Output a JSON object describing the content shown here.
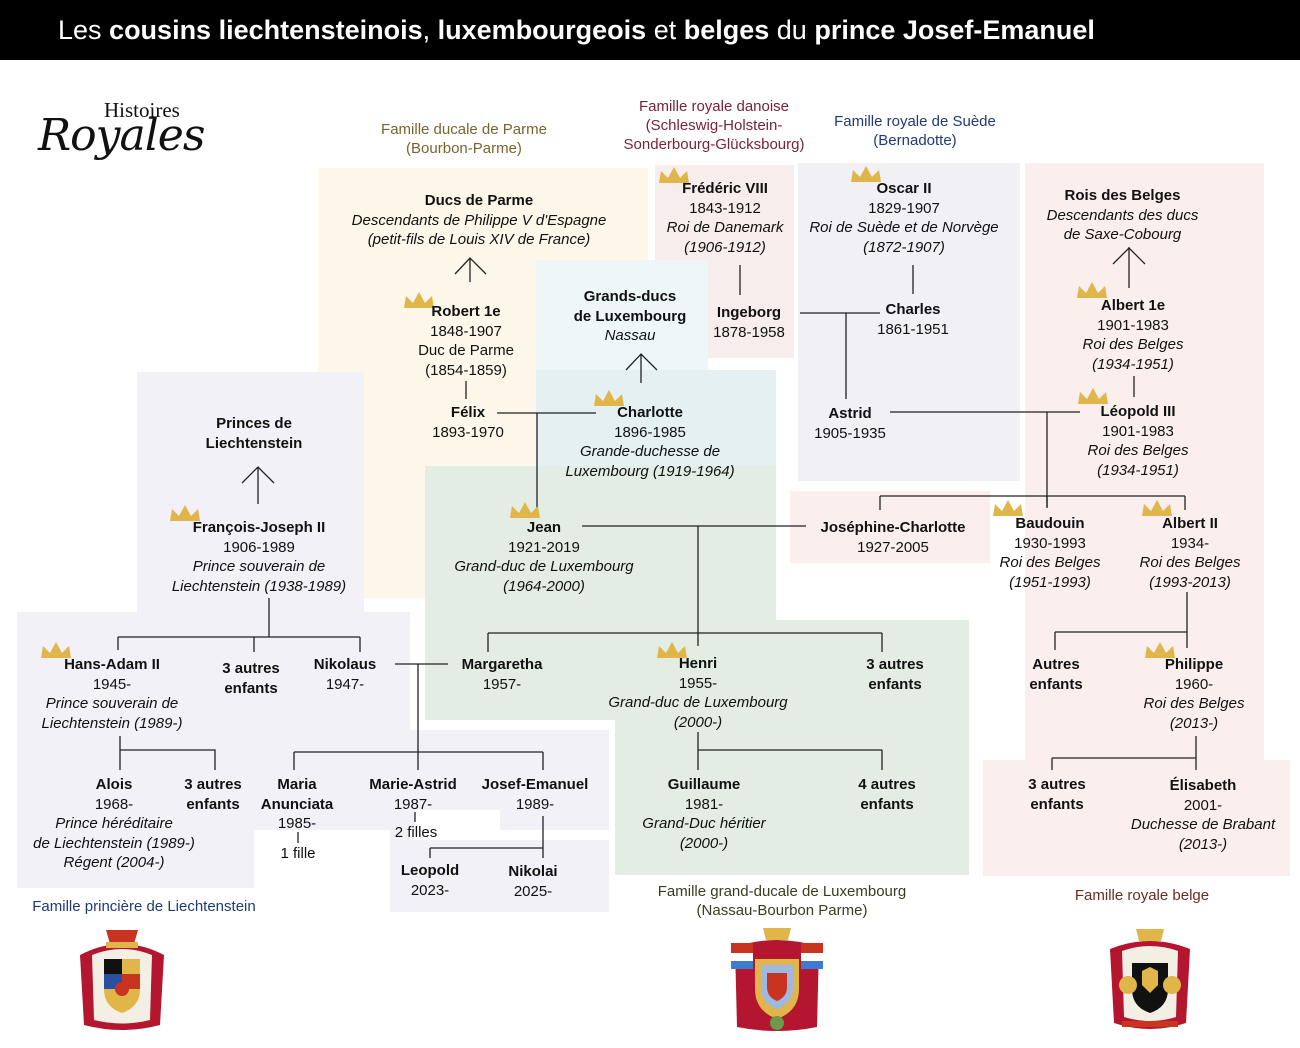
{
  "title": {
    "pre": "Les ",
    "b1": "cousins liechtensteinois",
    "sep": ", ",
    "b2": "luxembourgeois",
    "mid": " et ",
    "b3": "belges",
    "mid2": " du ",
    "b4": "prince Josef-Emanuel"
  },
  "logo": {
    "small": "Histoires",
    "big": "Royales"
  },
  "families": {
    "parme": {
      "l1": "Famille ducale de Parme",
      "l2": "(Bourbon-Parme)"
    },
    "danoise": {
      "l1": "Famille royale danoise",
      "l2": "(Schleswig-Holstein-",
      "l3": "Sonderbourg-Glücksbourg)"
    },
    "suede": {
      "l1": "Famille royale de Suède",
      "l2": "(Bernadotte)"
    },
    "liechtenstein": {
      "l1": "Famille princière de Liechtenstein"
    },
    "luxembourg": {
      "l1": "Famille grand-ducale de Luxembourg",
      "l2": "(Nassau-Bourbon Parme)"
    },
    "belge": {
      "l1": "Famille royale belge"
    }
  },
  "nodes": {
    "ducs_parme": {
      "name": "Ducs de Parme",
      "t1": "Descendants de Philippe V d'Espagne",
      "t2": "(petit-fils de Louis XIV de France)"
    },
    "robert": {
      "name": "Robert 1e",
      "d": "1848-1907",
      "d2": "Duc de Parme",
      "d3": "(1854-1859)"
    },
    "felix": {
      "name": "Félix",
      "d": "1893-1970"
    },
    "grands_ducs": {
      "name1": "Grands-ducs",
      "name2": "de Luxembourg",
      "t": "Nassau"
    },
    "charlotte": {
      "name": "Charlotte",
      "d": "1896-1985",
      "t1": "Grande-duchesse de",
      "t2": "Luxembourg (1919-1964)"
    },
    "frederic": {
      "name": "Frédéric VIII",
      "d": "1843-1912",
      "t1": "Roi de Danemark",
      "t2": "(1906-1912)"
    },
    "ingeborg": {
      "name": "Ingeborg",
      "d": "1878-1958"
    },
    "oscar": {
      "name": "Oscar II",
      "d": "1829-1907",
      "t1": "Roi de Suède et de Norvège",
      "t2": "(1872-1907)"
    },
    "charles": {
      "name": "Charles",
      "d": "1861-1951"
    },
    "astrid": {
      "name": "Astrid",
      "d": "1905-1935"
    },
    "rois_belges": {
      "name": "Rois des Belges",
      "t1": "Descendants des ducs",
      "t2": "de Saxe-Cobourg"
    },
    "albert1": {
      "name": "Albert 1e",
      "d": "1901-1983",
      "t1": "Roi des Belges",
      "t2": "(1934-1951)"
    },
    "leopold3": {
      "name": "Léopold III",
      "d": "1901-1983",
      "t1": "Roi des Belges",
      "t2": "(1934-1951)"
    },
    "princes_liech": {
      "name1": "Princes de",
      "name2": "Liechtenstein"
    },
    "fj2": {
      "name": "François-Joseph II",
      "d": "1906-1989",
      "t1": "Prince souverain de",
      "t2": "Liechtenstein (1938-1989)"
    },
    "jean": {
      "name": "Jean",
      "d": "1921-2019",
      "t1": "Grand-duc de Luxembourg",
      "t2": "(1964-2000)"
    },
    "josephine": {
      "name": "Joséphine-Charlotte",
      "d": "1927-2005"
    },
    "baudouin": {
      "name": "Baudouin",
      "d": "1930-1993",
      "t1": "Roi des Belges",
      "t2": "(1951-1993)"
    },
    "albert2": {
      "name": "Albert II",
      "d": "1934-",
      "t1": "Roi des Belges",
      "t2": "(1993-2013)"
    },
    "hansadam": {
      "name": "Hans-Adam II",
      "d": "1945-",
      "t1": "Prince souverain de",
      "t2": "Liechtenstein (1989-)"
    },
    "autres3_l": {
      "name1": "3 autres",
      "name2": "enfants"
    },
    "nikolaus": {
      "name": "Nikolaus",
      "d": "1947-"
    },
    "margaretha": {
      "name": "Margaretha",
      "d": "1957-"
    },
    "henri": {
      "name": "Henri",
      "d": "1955-",
      "t1": "Grand-duc de Luxembourg",
      "t2": "(2000-)"
    },
    "autres3_lux": {
      "name1": "3 autres",
      "name2": "enfants"
    },
    "autres_enf_b": {
      "name1": "Autres",
      "name2": "enfants"
    },
    "philippe": {
      "name": "Philippe",
      "d": "1960-",
      "t1": "Roi des Belges",
      "t2": "(2013-)"
    },
    "alois": {
      "name": "Alois",
      "d": "1968-",
      "t1": "Prince héréditaire",
      "t2": "de Liechtenstein (1989-)",
      "t3": "Régent (2004-)"
    },
    "autres3_a": {
      "name1": "3 autres",
      "name2": "enfants"
    },
    "maria": {
      "name1": "Maria",
      "name2": "Anunciata",
      "d": "1985-"
    },
    "fille1": {
      "t": "1 fille"
    },
    "marieastrid": {
      "name": "Marie-Astrid",
      "d": "1987-"
    },
    "filles2": {
      "t": "2 filles"
    },
    "josef": {
      "name": "Josef-Emanuel",
      "d": "1989-"
    },
    "leopold": {
      "name": "Leopold",
      "d": "2023-"
    },
    "nikolai": {
      "name": "Nikolai",
      "d": "2025-"
    },
    "guillaume": {
      "name": "Guillaume",
      "d": "1981-",
      "t1": "Grand-Duc héritier",
      "t2": "(2000-)"
    },
    "autres4": {
      "name1": "4 autres",
      "name2": "enfants"
    },
    "autres3_b": {
      "name1": "3 autres",
      "name2": "enfants"
    },
    "elisabeth": {
      "name": "Élisabeth",
      "d": "2001-",
      "t1": "Duchesse de Brabant",
      "t2": "(2013-)"
    }
  },
  "colors": {
    "parme_bg": "#fdf7ea",
    "lux_top_bg": "#e4f3f5",
    "lux_bg": "#e3ede3",
    "dan_bg": "#f7eded",
    "suede_bg": "#f0f0f5",
    "belge_bg": "#fbefee",
    "liech_bg": "#f1f1f7",
    "crown": "#e0b54a",
    "parme_label": "#7a6330",
    "danoise_label": "#7a2238",
    "suede_label": "#1f3a7a",
    "liech_label": "#1f3a7a",
    "lux_label": "#3b3b1f",
    "belge_label": "#6b2b1f"
  }
}
